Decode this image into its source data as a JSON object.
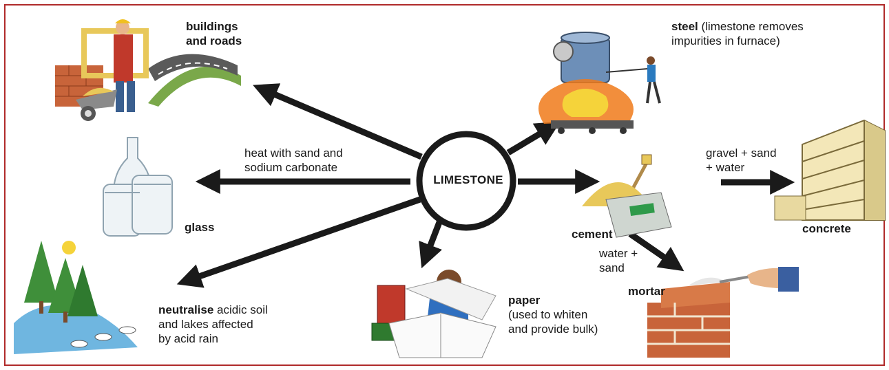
{
  "center": {
    "label": "LIMESTONE"
  },
  "uses": {
    "buildings": {
      "title": "buildings",
      "title2": "and roads"
    },
    "steel": {
      "title": "steel",
      "desc": "(limestone removes",
      "desc2": "impurities in furnace)"
    },
    "glass_process": {
      "line1": "heat with sand and",
      "line2": "sodium carbonate"
    },
    "glass": {
      "title": "glass"
    },
    "cement": {
      "title": "cement"
    },
    "concrete_process": {
      "line1": "gravel + sand",
      "line2": "+ water"
    },
    "concrete": {
      "title": "concrete"
    },
    "mortar_process": {
      "line1": "water +",
      "line2": "sand"
    },
    "mortar": {
      "title": "mortar"
    },
    "neutralise": {
      "title": "neutralise",
      "desc": "acidic soil",
      "line2": "and lakes affected",
      "line3": "by acid rain"
    },
    "paper": {
      "title": "paper",
      "desc": "(used to whiten",
      "desc2": "and provide bulk)"
    }
  },
  "colors": {
    "arrow": "#1a1a1a",
    "frame": "#b02a2a",
    "brick": "#c8643a",
    "tree": "#3f8f3a",
    "water": "#6fb6e0"
  },
  "icons": [
    "worker-wheelbarrow-icon",
    "steel-furnace-icon",
    "glass-jars-icon",
    "cement-pile-icon",
    "building-icon",
    "brick-wall-icon",
    "forest-lake-icon",
    "reader-books-icon"
  ]
}
